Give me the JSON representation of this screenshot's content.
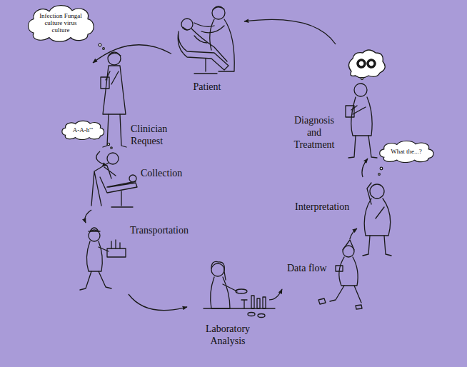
{
  "diagram": {
    "nodes": [
      {
        "text": [
          "Patient"
        ]
      },
      {
        "text": [
          "Clinician Request"
        ]
      },
      {
        "text": [
          "Collection"
        ]
      },
      {
        "text": [
          "Transportation"
        ]
      },
      {
        "text": [
          "Laboratory Analysis"
        ]
      },
      {
        "text": [
          "Data flow"
        ]
      },
      {
        "text": [
          "Interpretation"
        ]
      },
      {
        "text": [
          "Diagnosis and Treatment"
        ]
      },
      {
        "text": [
          "Infection Fungal culture virus culture"
        ]
      },
      {
        "text": [
          "A-A-h'''"
        ]
      },
      {
        "text": [
          "What the...?"
        ]
      }
    ],
    "edges": [
      {
        "from": 0,
        "to": 1,
        "arrow": "to"
      },
      {
        "from": 1,
        "to": 2,
        "arrow": "to"
      },
      {
        "from": 2,
        "to": 3,
        "arrow": "to"
      },
      {
        "from": 3,
        "to": 4,
        "arrow": "to"
      },
      {
        "from": 4,
        "to": 5,
        "arrow": "to"
      },
      {
        "from": 5,
        "to": 6,
        "arrow": "to"
      },
      {
        "from": 6,
        "to": 7,
        "arrow": "to"
      },
      {
        "from": 7,
        "to": 0,
        "arrow": "to"
      }
    ]
  }
}
